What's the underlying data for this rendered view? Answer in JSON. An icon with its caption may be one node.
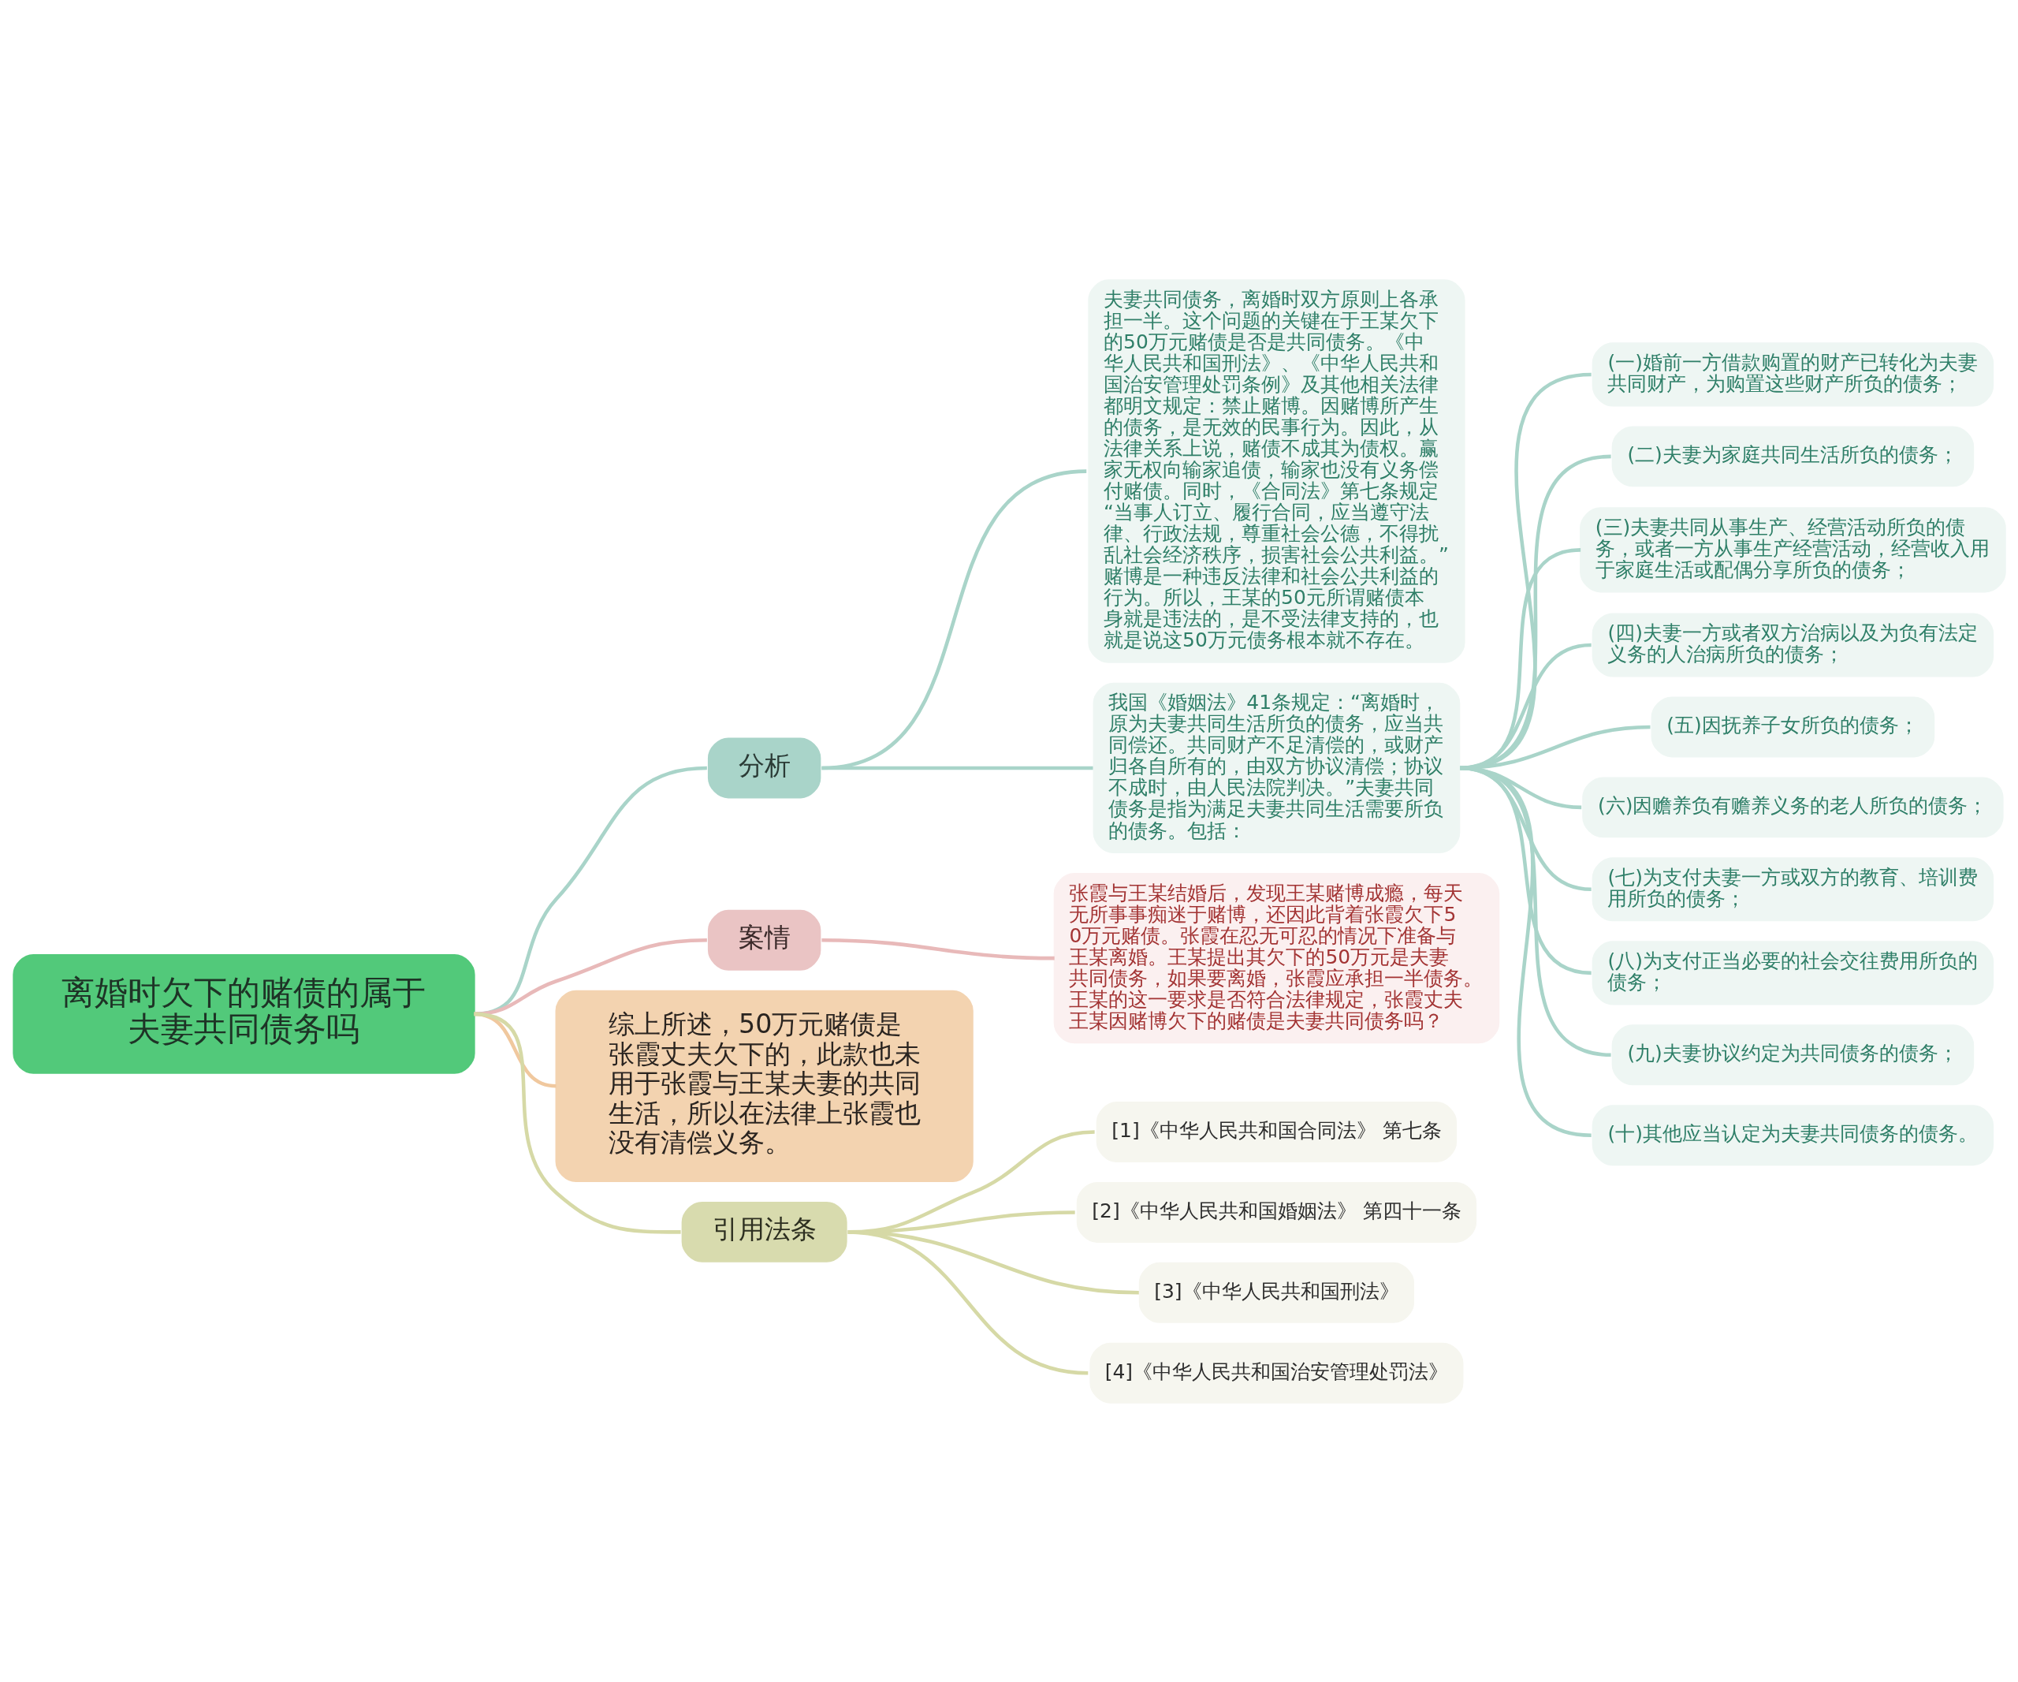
{
  "diagram": {
    "nodes": [
      {
        "text": [
          "离婚时欠下的赌债的属于夫妻共同债务吗"
        ]
      },
      {
        "text": [
          "分析"
        ]
      },
      {
        "text": [
          "夫妻共同债务，离婚时双方原则上各承担一半。这个问题的关键在于王某欠下的50万元赌债是否是共同债务。《中华人民共和国刑法》、《中华人民共和国治安管理处罚条例》及其他相关法律都明文规定：禁止赌博。因赌博所产生的债务，是无效的民事行为。因此，从法律关系上说，赌债不成其为债权。赢家无权向输家追债，输家也没有义务偿付赌债。同时，《合同法》第七条规定“当事人订立、履行合同，应当遵守法律、行政法规，尊重社会公德，不得扰乱社会经济秩序，损害社会公共利益。”赌博是一种违反法律和社会公共利益的行为。所以，王某的50元所谓赌债本身就是违法的，是不受法律支持的，也就是说这50万元债务根本就不存在。"
        ]
      },
      {
        "text": [
          "我国《婚姻法》41条规定：“离婚时，原为夫妻共同生活所负的债务，应当共同偿还。共同财产不足清偿的，或财产归各自所有的，由双方协议清偿；协议不成时，由人民法院判决。”夫妻共同债务是指为满足夫妻共同生活需要所负的债务。包括："
        ]
      },
      {
        "text": [
          "(一)婚前一方借款购置的财产已转化为夫妻共同财产，为购置这些财产所负的债务；"
        ]
      },
      {
        "text": [
          "(二)夫妻为家庭共同生活所负的债务；"
        ]
      },
      {
        "text": [
          "(三)夫妻共同从事生产、经营活动所负的债务，或者一方从事生产经营活动，经营收入用于家庭生活或配偶分享所负的债务；"
        ]
      },
      {
        "text": [
          "(四)夫妻一方或者双方治病以及为负有法定义务的人治病所负的债务；"
        ]
      },
      {
        "text": [
          "(五)因抚养子女所负的债务；"
        ]
      },
      {
        "text": [
          "(六)因赡养负有赡养义务的老人所负的债务；"
        ]
      },
      {
        "text": [
          "(七)为支付夫妻一方或双方的教育、培训费用所负的债务；"
        ]
      },
      {
        "text": [
          "(八)为支付正当必要的社会交往费用所负的债务；"
        ]
      },
      {
        "text": [
          "(九)夫妻协议约定为共同债务的债务；"
        ]
      },
      {
        "text": [
          "(十)其他应当认定为夫妻共同债务的债务。"
        ]
      },
      {
        "text": [
          "案情"
        ]
      },
      {
        "text": [
          "张霞与王某结婚后，发现王某赌博成瘾，每天无所事事痴迷于赌博，还因此背着张霞欠下50万元赌债。张霞在忍无可忍的情况下准备与王某离婚。王某提出其欠下的50万元是夫妻共同债务，如果要离婚，张霞应承担一半债务。王某的这一要求是否符合法律规定，张霞丈夫王某因赌博欠下的赌债是夫妻共同债务吗？"
        ]
      },
      {
        "text": [
          "综上所述，50万元赌债是张霞丈夫欠下的，此款也未用于张霞与王某夫妻的共同生活，所以在法律上张霞也没有清偿义务。"
        ]
      },
      {
        "text": [
          "引用法条"
        ]
      },
      {
        "text": [
          "[1]《中华人民共和国合同法》 第七条"
        ]
      },
      {
        "text": [
          "[2]《中华人民共和国婚姻法》 第四十一条"
        ]
      },
      {
        "text": [
          "[3]《中华人民共和国刑法》"
        ]
      },
      {
        "text": [
          "[4]《中华人民共和国治安管理处罚法》"
        ]
      }
    ],
    "edges": [
      {
        "from": 0,
        "to": 1,
        "arrow": "none"
      },
      {
        "from": 1,
        "to": 2,
        "arrow": "none"
      },
      {
        "from": 1,
        "to": 3,
        "arrow": "none"
      },
      {
        "from": 3,
        "to": 4,
        "arrow": "none"
      },
      {
        "from": 3,
        "to": 5,
        "arrow": "none"
      },
      {
        "from": 3,
        "to": 6,
        "arrow": "none"
      },
      {
        "from": 3,
        "to": 7,
        "arrow": "none"
      },
      {
        "from": 3,
        "to": 8,
        "arrow": "none"
      },
      {
        "from": 3,
        "to": 9,
        "arrow": "none"
      },
      {
        "from": 3,
        "to": 10,
        "arrow": "none"
      },
      {
        "from": 3,
        "to": 11,
        "arrow": "none"
      },
      {
        "from": 3,
        "to": 12,
        "arrow": "none"
      },
      {
        "from": 3,
        "to": 13,
        "arrow": "none"
      },
      {
        "from": 0,
        "to": 14,
        "arrow": "none",
        "color": "#e8b9b9"
      },
      {
        "from": 14,
        "to": 15,
        "arrow": "none",
        "color": "#e8b9b9"
      },
      {
        "from": 0,
        "to": 16,
        "arrow": "none",
        "color": "#f0c89e"
      },
      {
        "from": 0,
        "to": 17,
        "arrow": "none",
        "color": "#d6d9a6"
      },
      {
        "from": 17,
        "to": 18,
        "arrow": "none",
        "color": "#d6d9a6"
      },
      {
        "from": 17,
        "to": 19,
        "arrow": "none",
        "color": "#d6d9a6"
      },
      {
        "from": 17,
        "to": 20,
        "arrow": "none",
        "color": "#d6d9a6"
      },
      {
        "from": 17,
        "to": 21,
        "arrow": "none",
        "color": "#d6d9a6"
      }
    ]
  }
}
